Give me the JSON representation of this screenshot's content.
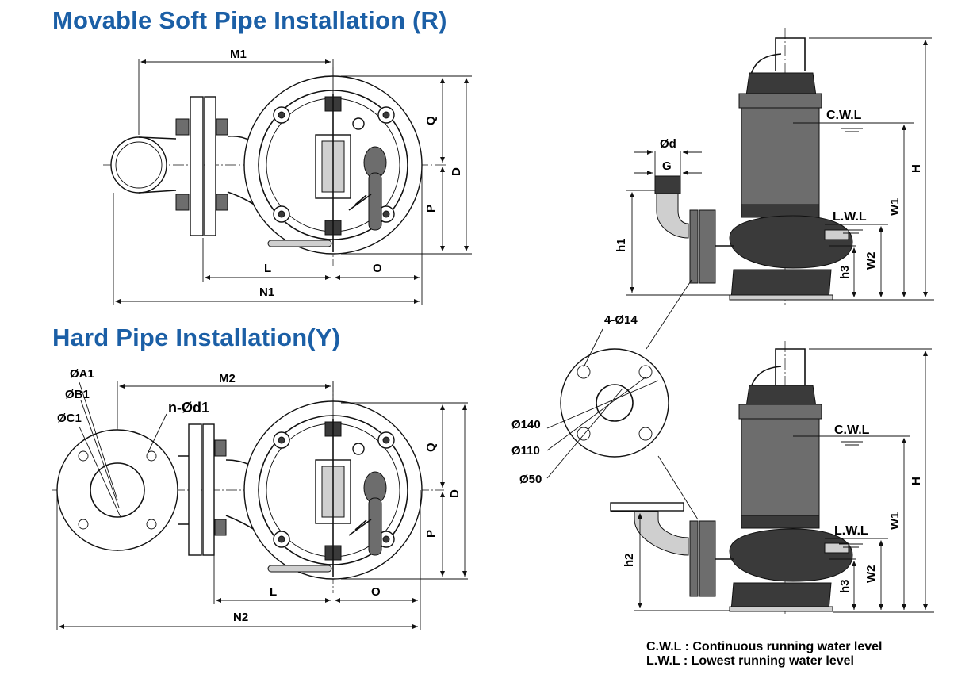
{
  "titles": {
    "movable": "Movable Soft Pipe Installation (R)",
    "hard": "Hard Pipe Installation(Y)"
  },
  "top_view_r": {
    "dims": {
      "m1": "M1",
      "q": "Q",
      "d": "D",
      "p": "P",
      "l": "L",
      "o": "O",
      "n1": "N1"
    }
  },
  "top_view_y": {
    "dims": {
      "a1": "ØA1",
      "b1": "ØB1",
      "c1": "ØC1",
      "m2": "M2",
      "nd1": "n-Ød1",
      "q": "Q",
      "d": "D",
      "p": "P",
      "l": "L",
      "o": "O",
      "n2": "N2"
    }
  },
  "side_view_r": {
    "dims": {
      "od": "Ød",
      "g": "G",
      "h1": "h1",
      "cwl": "C.W.L",
      "lwl": "L.W.L",
      "h": "H",
      "w1": "W1",
      "w2": "W2",
      "h3": "h3"
    }
  },
  "flange_detail": {
    "dims": {
      "holes": "4-Ø14",
      "d140": "Ø140",
      "d110": "Ø110",
      "d50": "Ø50"
    }
  },
  "side_view_y": {
    "dims": {
      "h2": "h2",
      "cwl": "C.W.L",
      "lwl": "L.W.L",
      "h": "H",
      "w1": "W1",
      "w2": "W2",
      "h3": "h3"
    }
  },
  "legend": {
    "cwl": "C.W.L : Continuous running water level",
    "lwl": "L.W.L :  Lowest running water level"
  },
  "colors": {
    "title": "#1b5fa6",
    "line": "#111111",
    "motor_body": "#6d6d6d",
    "casing": "#3a3a3a"
  }
}
